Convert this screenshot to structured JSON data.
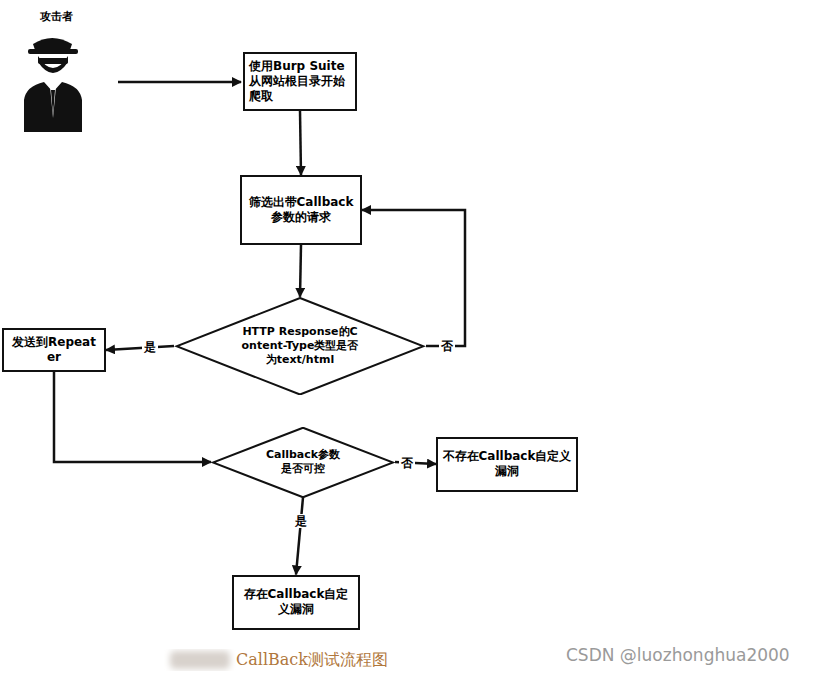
{
  "diagram": {
    "caption": "CallBack测试流程图",
    "nodes": [
      {
        "text": [
          "使用Burp Suite从网站根目录开始爬取"
        ]
      },
      {
        "text": [
          "筛选出带Callback参数的请求"
        ]
      },
      {
        "text": [
          "HTTP Response的Content-Type类型是否为text/html"
        ]
      },
      {
        "text": [
          "发送到Repeater"
        ]
      },
      {
        "text": [
          "Callback参数是否可控"
        ]
      },
      {
        "text": [
          "不存在Callback自定义漏洞"
        ]
      },
      {
        "text": [
          "存在Callback自定义漏洞"
        ]
      }
    ],
    "edges": [
      {
        "from": 0,
        "to": 1,
        "arrow": "to"
      },
      {
        "from": 1,
        "to": 2,
        "arrow": "to"
      },
      {
        "from": 2,
        "to": 1,
        "label": "否",
        "arrow": "to"
      },
      {
        "from": 2,
        "to": 3,
        "label": "是",
        "arrow": "to"
      },
      {
        "from": 3,
        "to": 4,
        "arrow": "to"
      },
      {
        "from": 4,
        "to": 5,
        "label": "否",
        "arrow": "to"
      },
      {
        "from": 4,
        "to": 6,
        "label": "是",
        "arrow": "to"
      }
    ],
    "labels": [
      "攻击者",
      "CSDN @luozhonghua2000"
    ]
  }
}
